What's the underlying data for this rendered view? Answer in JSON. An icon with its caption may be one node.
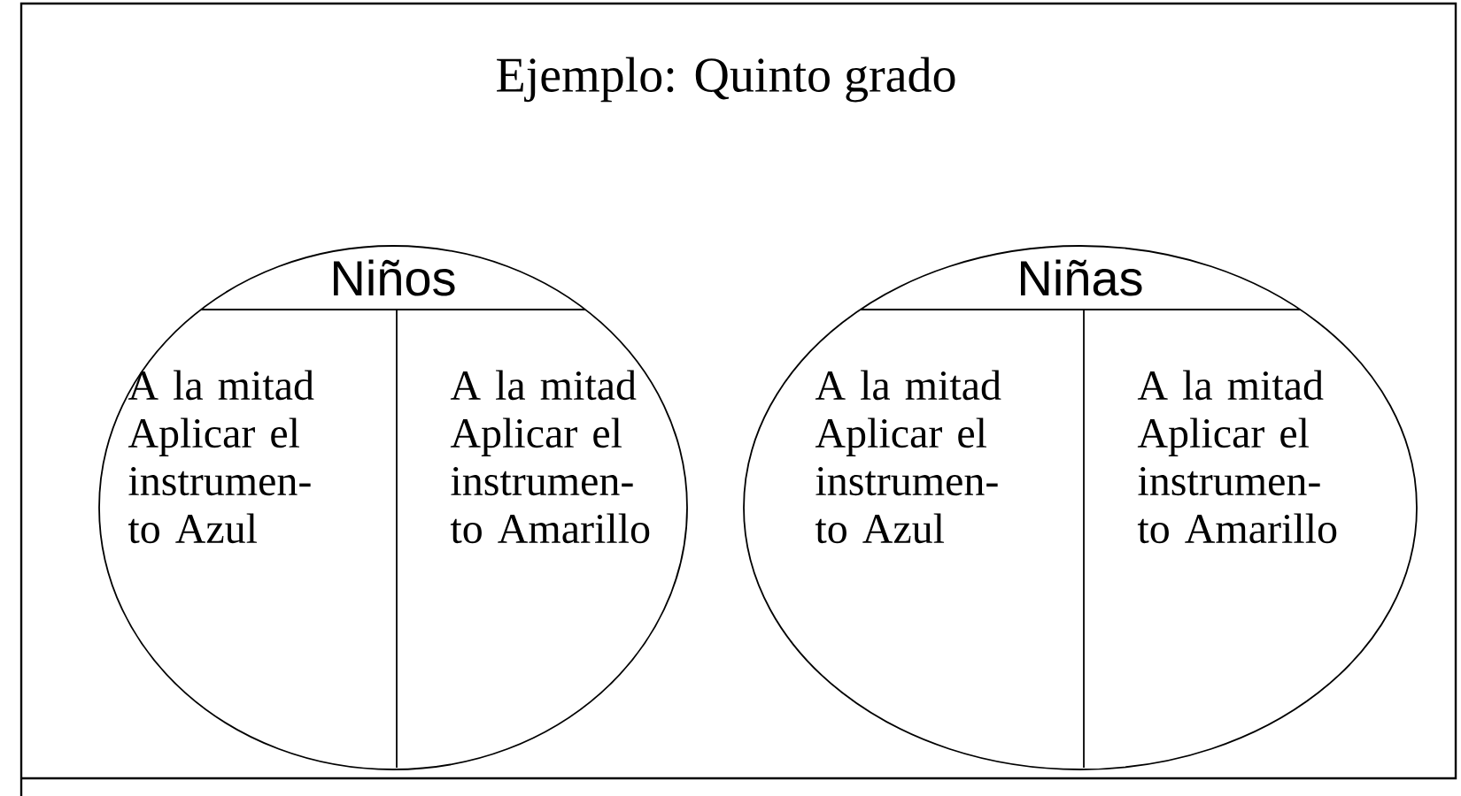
{
  "diagram": {
    "title": "Ejemplo: Quinto grado",
    "nodes": [
      {
        "text": [
          "Niños"
        ]
      },
      {
        "text": [
          "A la mitad Aplicar el instrumen- to Azul"
        ],
        "in": 0
      },
      {
        "text": [
          "A la mitad Aplicar el instrumen- to Amarillo"
        ],
        "in": 0
      },
      {
        "text": [
          "Niñas"
        ]
      },
      {
        "text": [
          "A la mitad Aplicar el instrumen- to Azul"
        ],
        "in": 3
      },
      {
        "text": [
          "A la mitad Aplicar el instrumen- to Amarillo"
        ],
        "in": 3
      }
    ]
  }
}
